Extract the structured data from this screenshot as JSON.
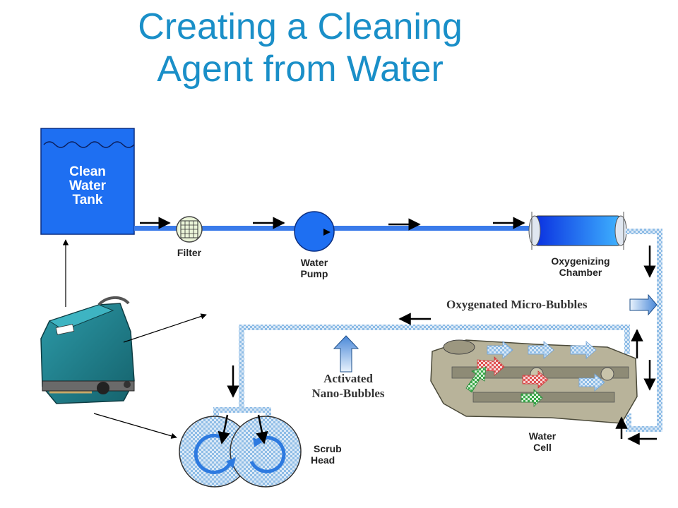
{
  "title": {
    "line1": "Creating a Cleaning",
    "line2": "Agent from Water"
  },
  "components": {
    "tank": {
      "line1": "Clean",
      "line2": "Water",
      "line3": "Tank"
    },
    "filter": "Filter",
    "pump": {
      "line1": "Water",
      "line2": "Pump"
    },
    "oxygenizing_chamber": {
      "line1": "Oxygenizing",
      "line2": "Chamber"
    },
    "water_cell": {
      "line1": "Water",
      "line2": "Cell"
    },
    "scrub_head": {
      "line1": "Scrub",
      "line2": "Head"
    }
  },
  "annotations": {
    "oxygenated": "Oxygenated Micro-Bubbles",
    "activated_line1": "Activated",
    "activated_line2": "Nano-Bubbles"
  },
  "colors": {
    "title": "#1a8fc8",
    "tank_fill": "#1e6ff2",
    "pipe": "#3a7bea",
    "checker_pipe": "#a9cdee",
    "arrow": "#000000"
  },
  "icons": [
    "floor-scrubber-machine-icon",
    "filter-grid-icon",
    "pump-icon",
    "chamber-cylinder-icon",
    "water-cell-device-icon",
    "rotation-arrow-icon"
  ]
}
